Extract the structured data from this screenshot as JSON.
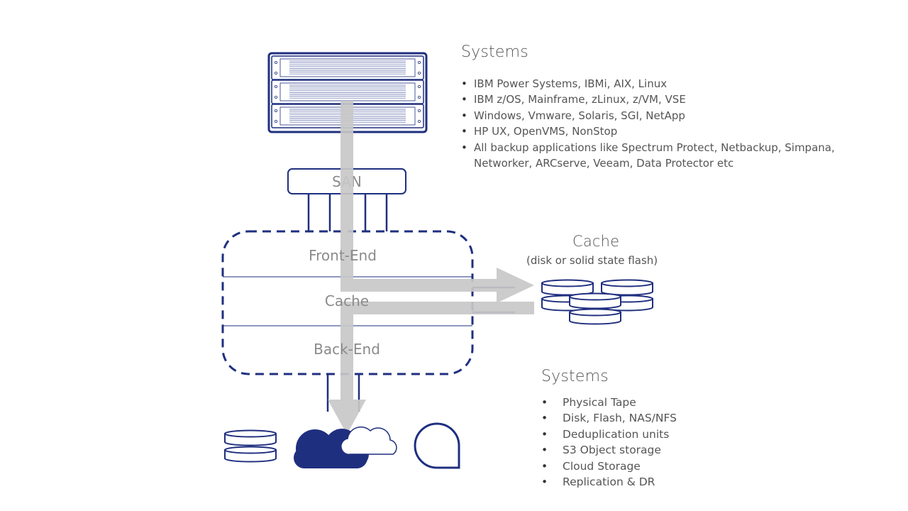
{
  "top_panel": {
    "heading": "Systems",
    "items": [
      "IBM Power Systems, IBMi, AIX, Linux",
      "IBM z/OS, Mainframe, zLinux, z/VM, VSE",
      "Windows, Vmware, Solaris, SGI, NetApp",
      "HP UX, OpenVMS, NonStop",
      "All backup applications like Spectrum Protect, Netbackup, Simpana, Networker, ARCserve, Veeam, Data Protector etc"
    ]
  },
  "diagram": {
    "san_label": "SAN",
    "zones": [
      "Front-End",
      "Cache",
      "Back-End"
    ]
  },
  "cache_panel": {
    "heading": "Cache",
    "subtitle": "(disk or solid state flash)"
  },
  "bottom_panel": {
    "heading": "Systems",
    "items": [
      "Physical Tape",
      "Disk, Flash, NAS/NFS",
      "Deduplication units",
      "S3 Object storage",
      "Cloud Storage",
      "Replication & DR"
    ]
  },
  "colors": {
    "navy": "#1f2f7f",
    "flow_gray": "#c8c8c8",
    "text": "#555555"
  },
  "icons": [
    "server-rack-icon",
    "disk-stack-icon",
    "cloud-icon",
    "object-storage-icon"
  ]
}
